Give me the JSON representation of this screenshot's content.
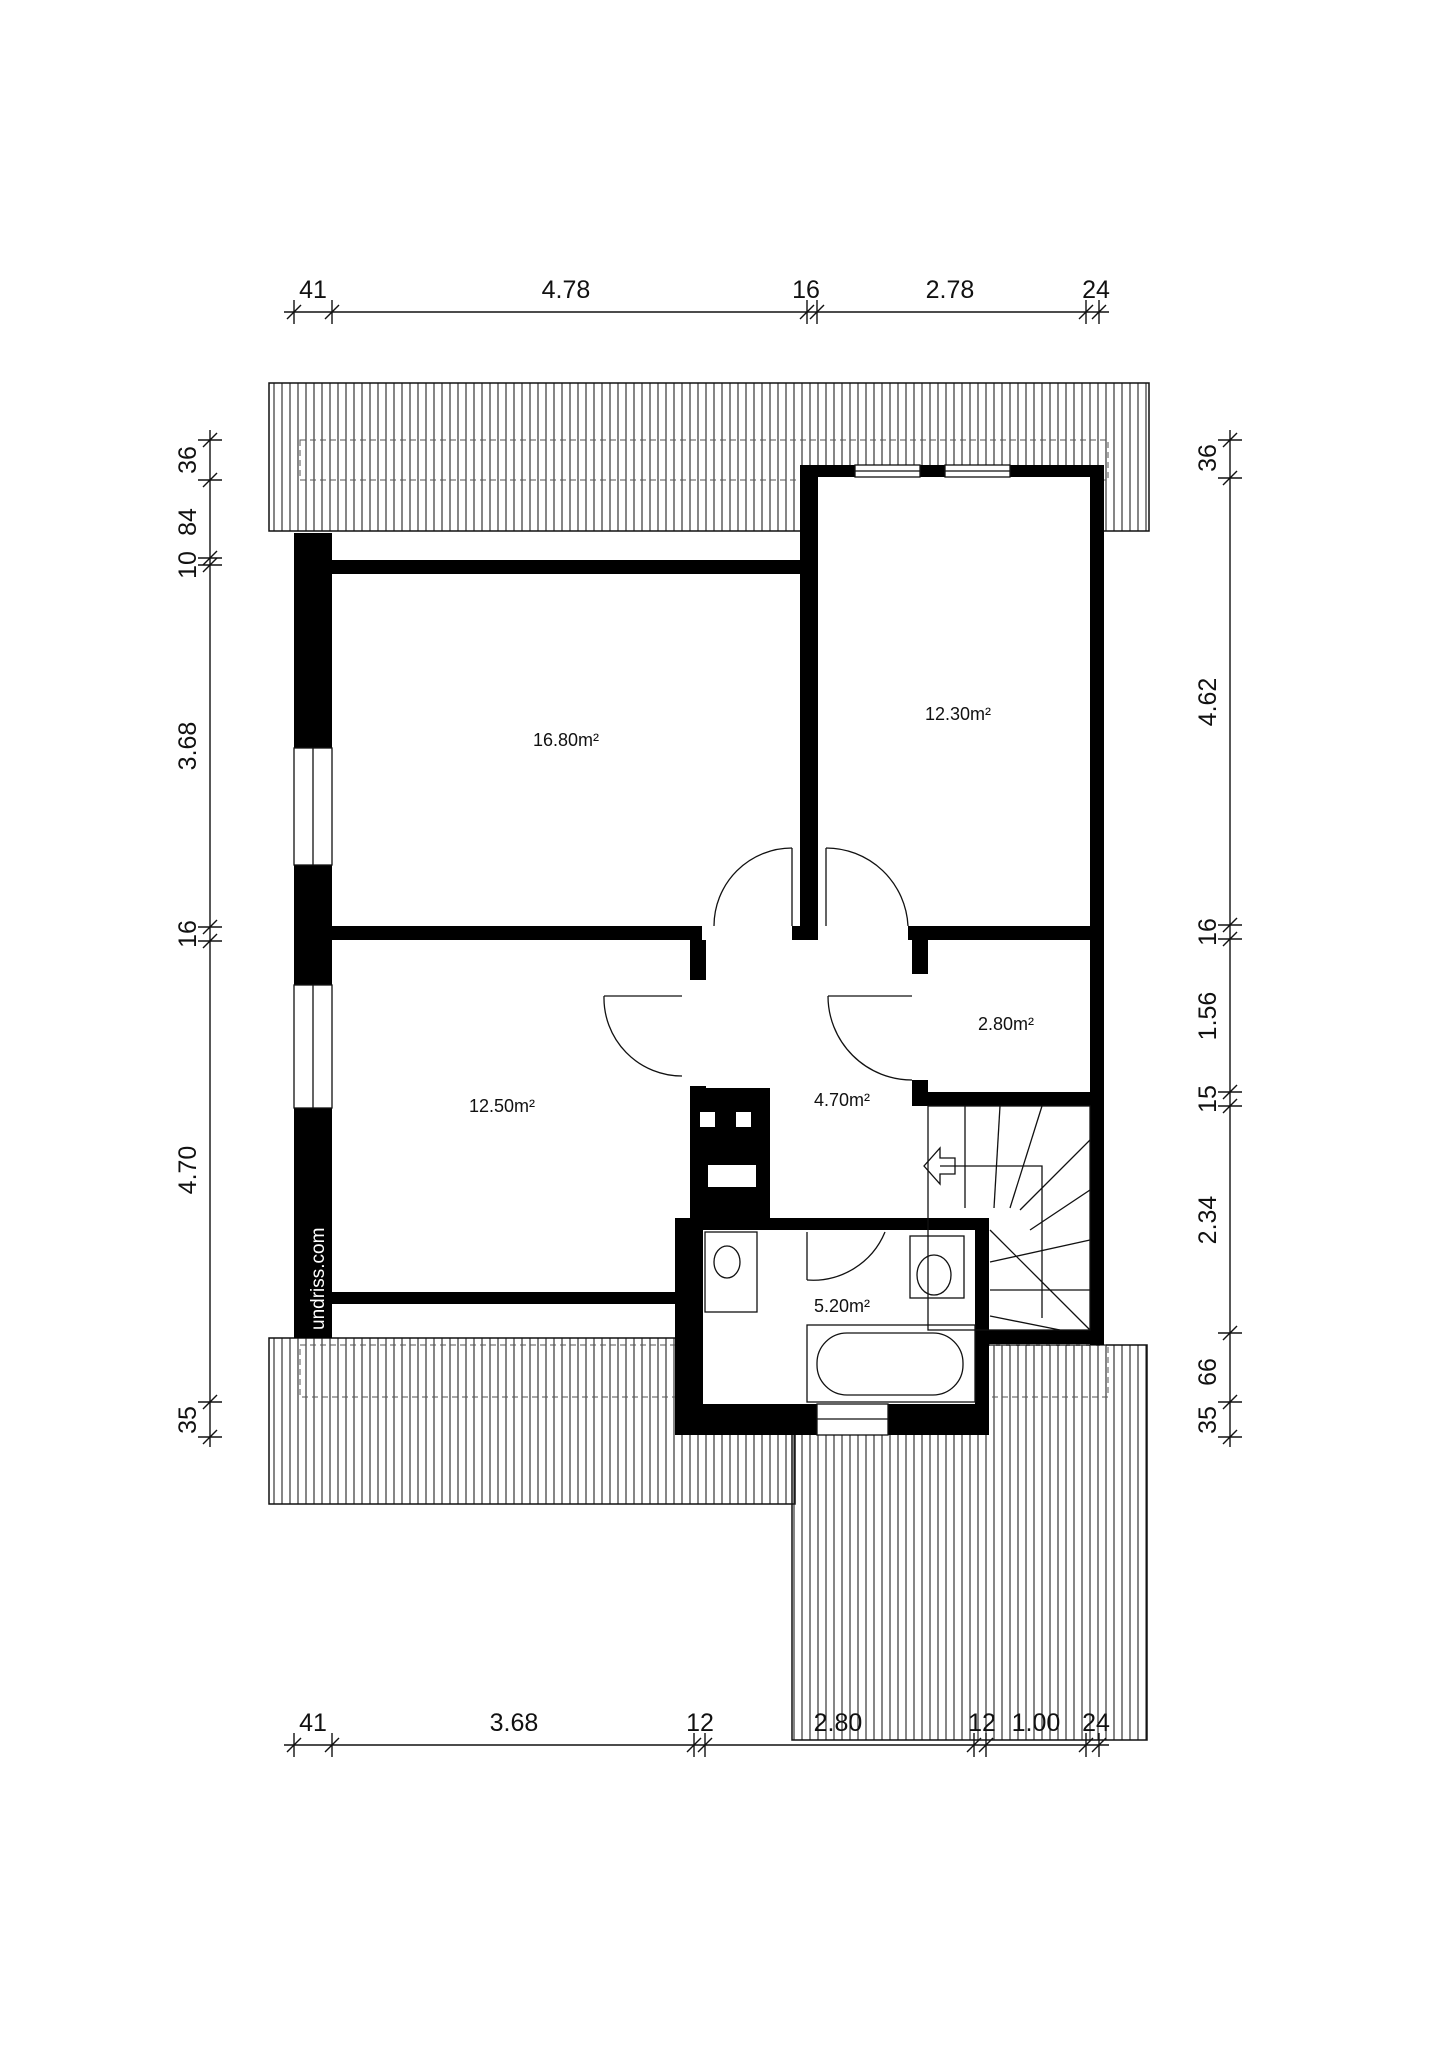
{
  "dimensions": {
    "top": [
      "41",
      "4.78",
      "16",
      "2.78",
      "24"
    ],
    "bottom": [
      "41",
      "3.68",
      "12",
      "2.80",
      "12",
      "1.00",
      "24"
    ],
    "left": [
      "36",
      "84",
      "10",
      "3.68",
      "16",
      "4.70",
      "35"
    ],
    "right": [
      "36",
      "4.62",
      "16",
      "1.56",
      "15",
      "2.34",
      "66",
      "35"
    ]
  },
  "rooms": [
    {
      "label": "16.80m²"
    },
    {
      "label": "12.30m²"
    },
    {
      "label": "2.80m²"
    },
    {
      "label": "12.50m²"
    },
    {
      "label": "4.70m²"
    },
    {
      "label": "5.20m²"
    }
  ],
  "watermark": "undriss.com",
  "colors": {
    "wall": "#000000",
    "line": "#111111",
    "background": "#ffffff"
  }
}
